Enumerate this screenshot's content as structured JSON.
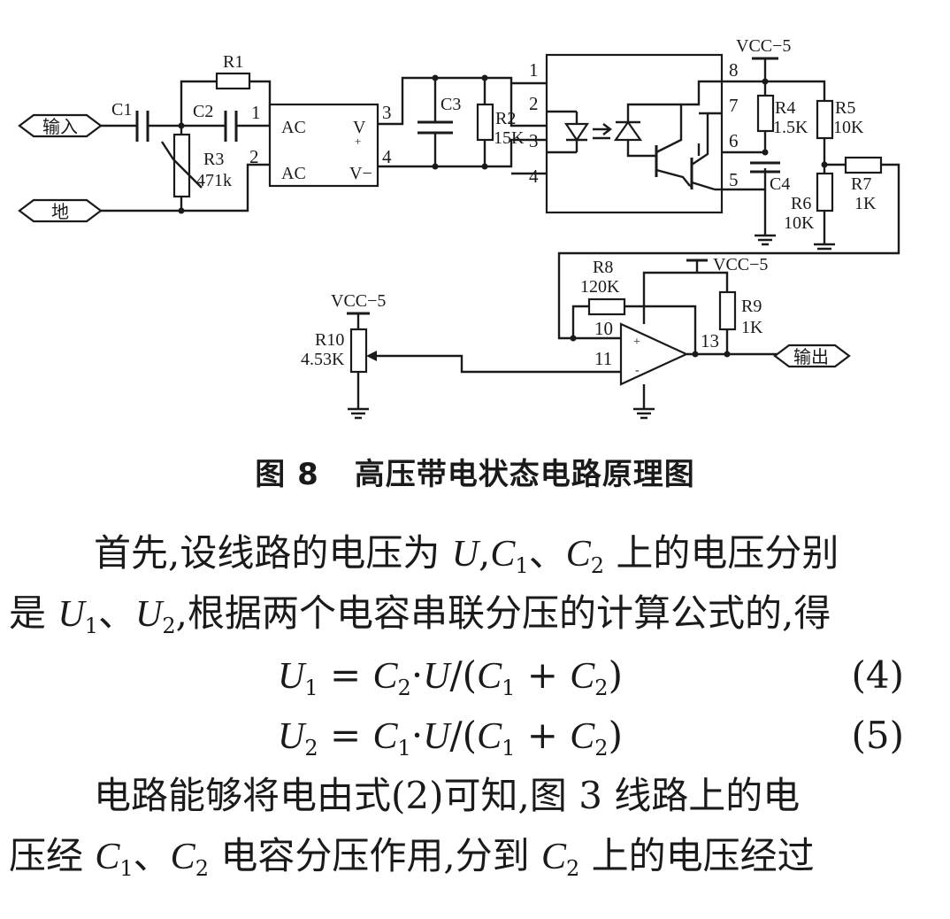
{
  "schematic": {
    "port_input": "输入",
    "port_ground": "地",
    "port_output": "输出",
    "parts": {
      "c1": "C1",
      "c2": "C2",
      "r1": "R1",
      "r3": "R3",
      "r3_value": "471k",
      "bridge_ac1": "AC",
      "bridge_ac2": "AC",
      "bridge_vplus": "V",
      "bridge_plus": "+",
      "bridge_vminus": "V−",
      "c3": "C3",
      "r2": "R2",
      "r2_value": "15K",
      "r4": "R4",
      "r4_value": "1.5K",
      "r5": "R5",
      "r5_value": "10K",
      "r6": "R6",
      "r6_value": "10K",
      "r7": "R7",
      "r7_value": "1K",
      "c4": "C4",
      "r8": "R8",
      "r8_value": "120K",
      "r9": "R9",
      "r9_value": "1K",
      "r10": "R10",
      "r10_value": "4.53K",
      "vcc_top": "VCC−5",
      "vcc_opamp": "VCC−5",
      "vcc_r10": "VCC−5",
      "opamp_plus": "+",
      "opamp_minus": "-"
    },
    "pins": {
      "p1": "1",
      "p2": "2",
      "p3": "3",
      "p4": "4",
      "oc1": "1",
      "oc2": "2",
      "oc3": "3",
      "oc4": "4",
      "oc5": "5",
      "oc6": "6",
      "oc7": "7",
      "oc8": "8",
      "p10": "10",
      "p11": "11",
      "p13": "13"
    }
  },
  "caption": {
    "number": "图 8",
    "title": "高压带电状态电路原理图"
  },
  "paragraph1": {
    "line1": {
      "a": "首先,设线路的电压为 ",
      "u": "U",
      "b": ",",
      "c1": "C",
      "c1sub": "1",
      "sep": "、",
      "c2": "C",
      "c2sub": "2",
      "c": " 上的电压分别"
    },
    "line2": {
      "a": "是 ",
      "u1": "U",
      "u1sub": "1",
      "sep": "、",
      "u2": "U",
      "u2sub": "2",
      "b": ",根据两个电容串联分压的计算公式的,得"
    }
  },
  "equations": [
    {
      "lhs": "U",
      "lhs_sub": "1",
      "op": " = ",
      "t1": "C",
      "t1_sub": "2",
      "mid": "·",
      "u": "U",
      "div": "/(",
      "t2": "C",
      "t2_sub": "1",
      "plus": " + ",
      "t3": "C",
      "t3_sub": "2",
      "close": ")",
      "number": "(4)"
    },
    {
      "lhs": "U",
      "lhs_sub": "2",
      "op": " = ",
      "t1": "C",
      "t1_sub": "1",
      "mid": "·",
      "u": "U",
      "div": "/(",
      "t2": "C",
      "t2_sub": "1",
      "plus": " + ",
      "t3": "C",
      "t3_sub": "2",
      "close": ")",
      "number": "(5)"
    }
  ],
  "paragraph2": {
    "line1": {
      "a": "电路能够将电由式(2)可知,图 3 线路上的电"
    },
    "line2": {
      "a": "压经 ",
      "c1": "C",
      "c1sub": "1",
      "sep": "、",
      "c2": "C",
      "c2sub": "2",
      "b": " 电容分压作用,分到 ",
      "c3": "C",
      "c3sub": "2",
      "c": " 上的电压经过"
    }
  }
}
